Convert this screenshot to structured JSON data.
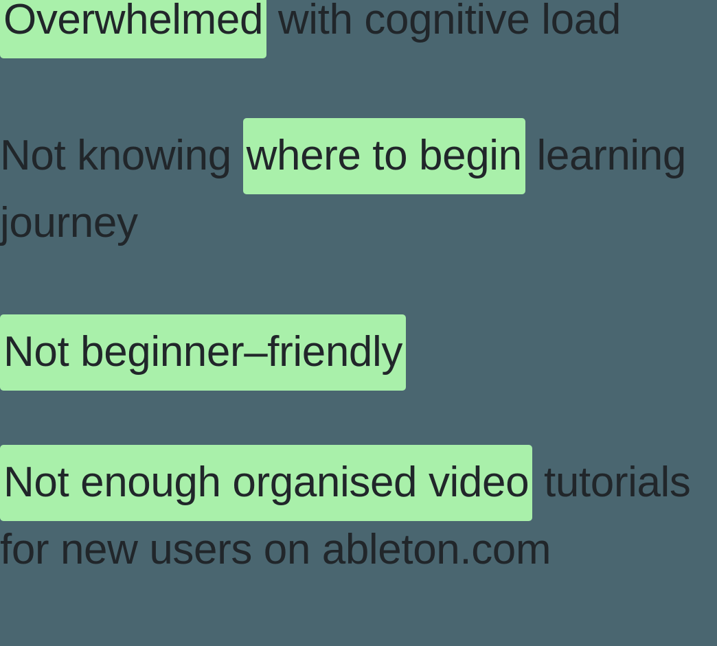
{
  "board": {
    "background_color": "#4a6670",
    "highlight_color": "#a9f0aa",
    "text_color": "#21262a",
    "statements": [
      {
        "id": "statement-1",
        "full_text": "Overwhelmed with cognitive load",
        "highlighted_phrase": "Overwhelmed",
        "fragments": [
          {
            "text": "Overwhelmed",
            "highlighted": true
          },
          {
            "text": " with cognitive load",
            "highlighted": false
          }
        ]
      },
      {
        "id": "statement-2",
        "full_text": "Not knowing where to begin learning journey",
        "highlighted_phrase": "where to begin",
        "fragments": [
          {
            "text": "Not knowing ",
            "highlighted": false
          },
          {
            "text": "where to begin",
            "highlighted": true
          },
          {
            "text": " learning journey",
            "highlighted": false
          }
        ]
      },
      {
        "id": "statement-3",
        "full_text": "Not beginner–friendly",
        "highlighted_phrase": "Not beginner–friendly",
        "fragments": [
          {
            "text": "Not beginner–friendly",
            "highlighted": true
          }
        ]
      },
      {
        "id": "statement-4",
        "full_text": "Not enough organised video tutorials for new users on ableton.com",
        "highlighted_phrase": "Not enough organised video",
        "fragments": [
          {
            "text": "Not enough organised video",
            "highlighted": true
          },
          {
            "text": " tutorials for new users on ableton.com",
            "highlighted": false
          }
        ]
      }
    ]
  }
}
